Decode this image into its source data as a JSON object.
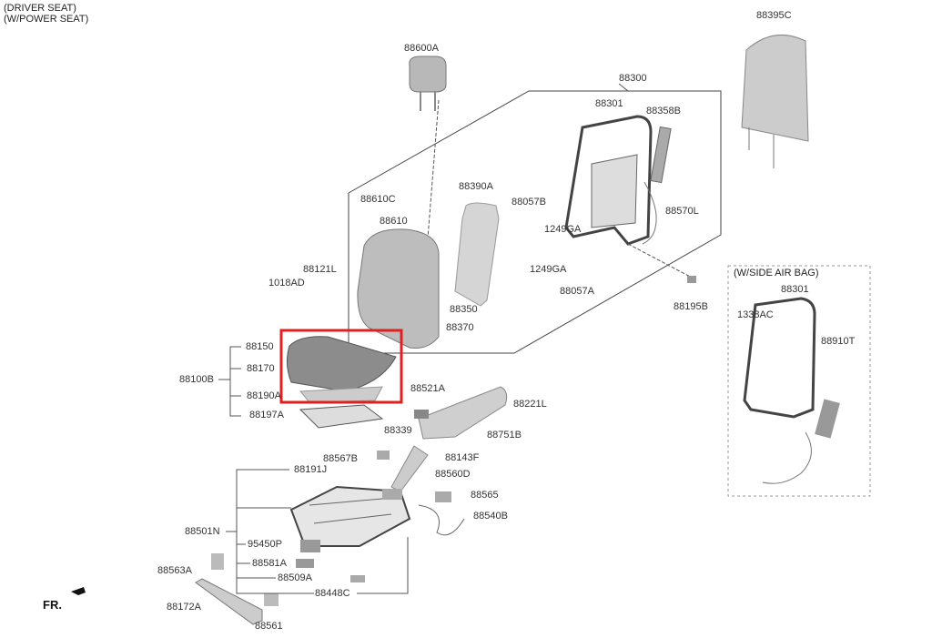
{
  "header": {
    "line1": "(DRIVER SEAT)",
    "line2": "(W/POWER SEAT)"
  },
  "side_airbag_title": "(W/SIDE AIR BAG)",
  "direction": "FR.",
  "highlight_color": "#e02020",
  "parts": [
    {
      "id": "88600A"
    },
    {
      "id": "88395C"
    },
    {
      "id": "88300"
    },
    {
      "id": "88301"
    },
    {
      "id": "88358B"
    },
    {
      "id": "88390A"
    },
    {
      "id": "88610C"
    },
    {
      "id": "88057B"
    },
    {
      "id": "88610"
    },
    {
      "id": "1249GA"
    },
    {
      "id": "88570L"
    },
    {
      "id": "1249GA"
    },
    {
      "id": "88121L"
    },
    {
      "id": "1018AD"
    },
    {
      "id": "88057A"
    },
    {
      "id": "88301"
    },
    {
      "id": "1338AC"
    },
    {
      "id": "88195B"
    },
    {
      "id": "88350"
    },
    {
      "id": "88370"
    },
    {
      "id": "88910T"
    },
    {
      "id": "88150"
    },
    {
      "id": "88170"
    },
    {
      "id": "88100B"
    },
    {
      "id": "88190A"
    },
    {
      "id": "88521A"
    },
    {
      "id": "88221L"
    },
    {
      "id": "88197A"
    },
    {
      "id": "88339"
    },
    {
      "id": "88751B"
    },
    {
      "id": "88143F"
    },
    {
      "id": "88567B"
    },
    {
      "id": "88191J"
    },
    {
      "id": "88560D"
    },
    {
      "id": "88565"
    },
    {
      "id": "88540B"
    },
    {
      "id": "88501N"
    },
    {
      "id": "95450P"
    },
    {
      "id": "88581A"
    },
    {
      "id": "88563A"
    },
    {
      "id": "88509A"
    },
    {
      "id": "88448C"
    },
    {
      "id": "88172A"
    },
    {
      "id": "88561"
    }
  ]
}
